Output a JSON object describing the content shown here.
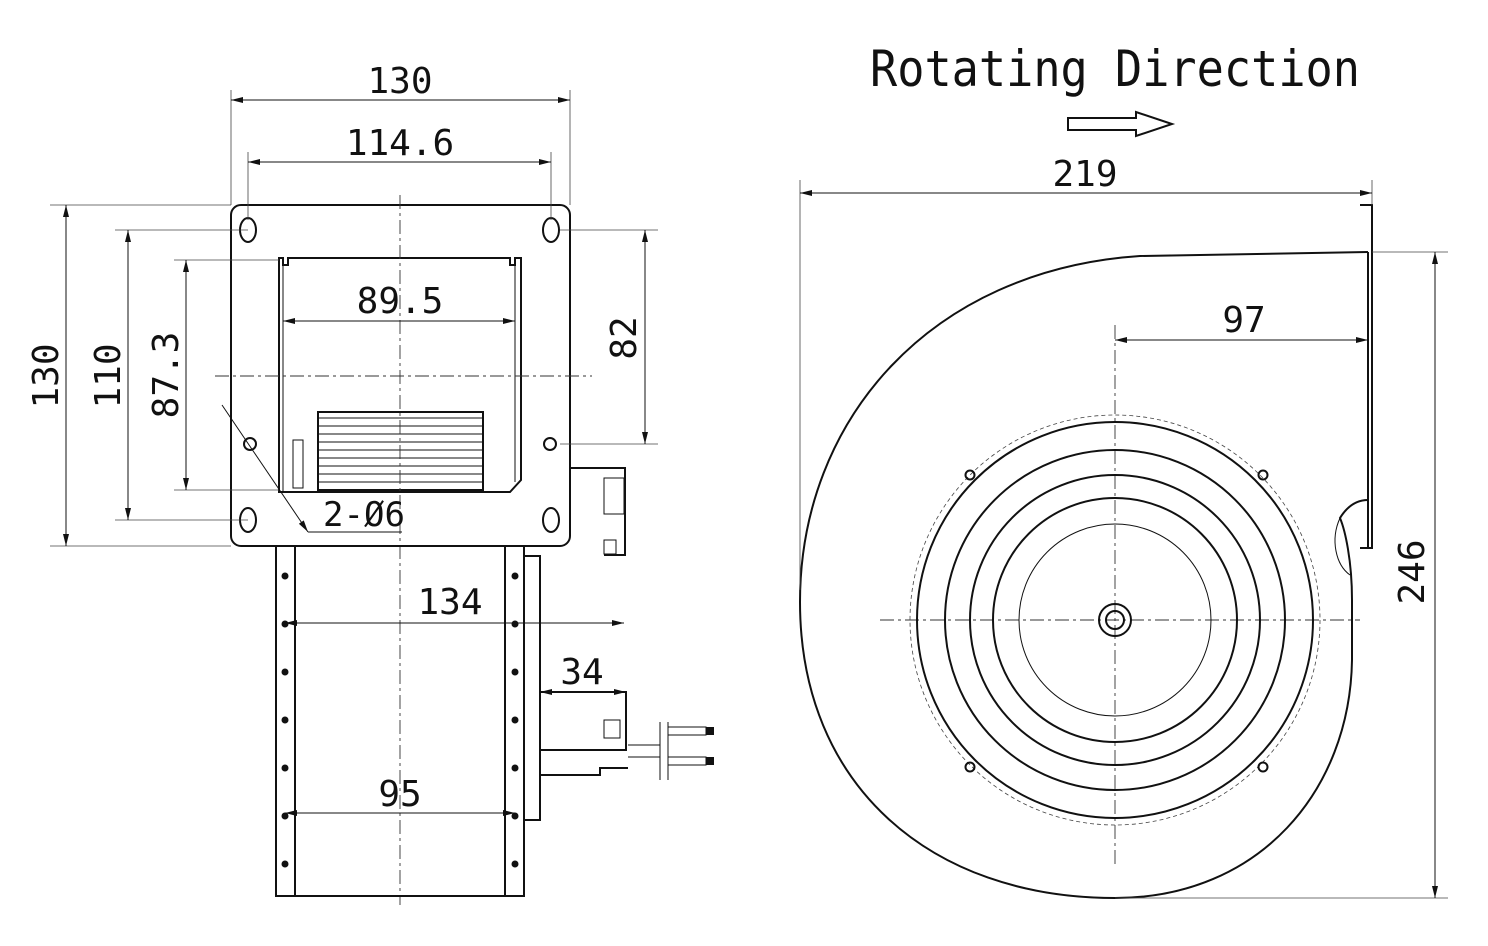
{
  "title": "Rotating Direction",
  "front_view": {
    "width_outer": "130",
    "width_holes": "114.6",
    "height_outer": "130",
    "height_holes": "110",
    "outlet_height": "87.3",
    "outlet_width": "89.5",
    "right_offset": "82",
    "holes_note": "2-Ø6",
    "depth_total": "134",
    "motor_depth": "34",
    "wheel_width": "95"
  },
  "side_view": {
    "width": "219",
    "height": "246",
    "center_to_outlet": "97"
  }
}
